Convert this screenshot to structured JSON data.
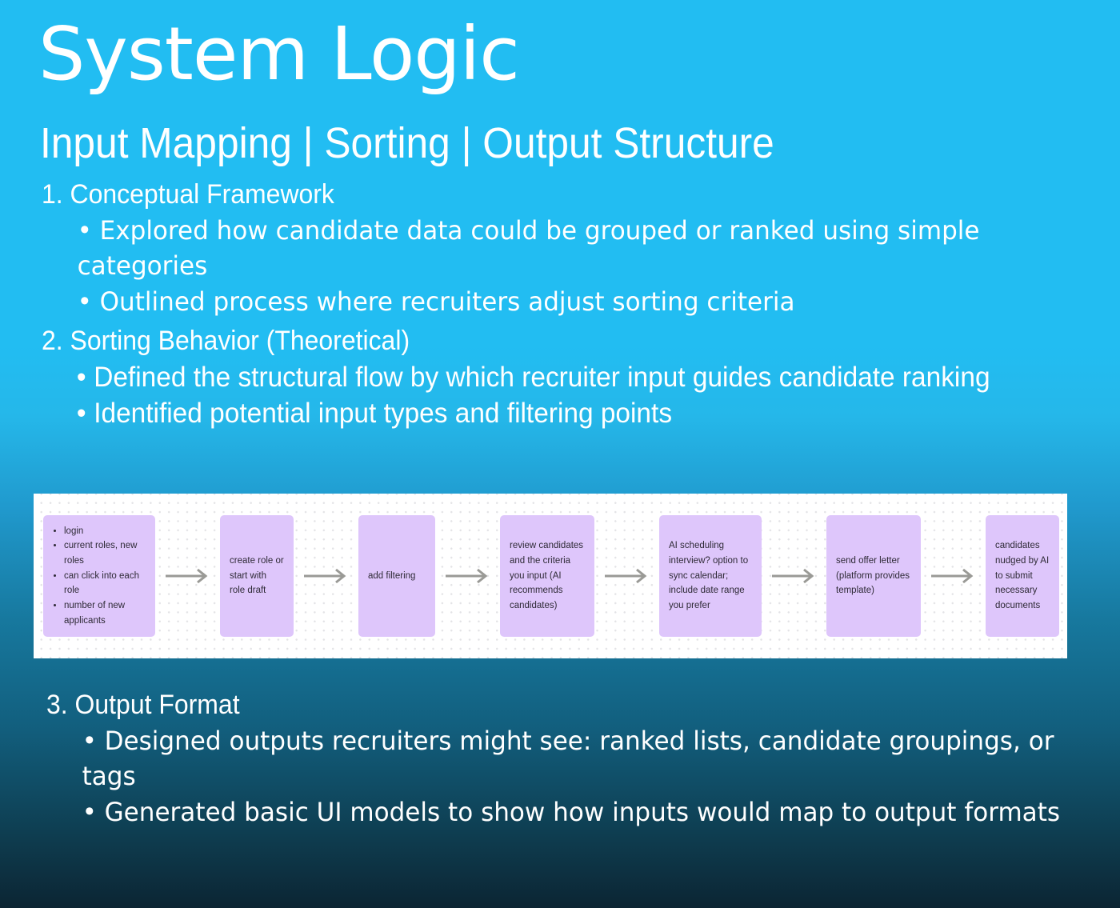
{
  "slide": {
    "title": "System Logic",
    "subtitle": "Input Mapping | Sorting | Output Structure",
    "bullet_glyph": "•",
    "colors": {
      "top_background": "#22bdf2",
      "bottom_background": "#0c2533",
      "text": "#ffffff",
      "node_fill": "#dec6fb",
      "node_text": "#2e2a36",
      "arrow": "#9a9a96",
      "panel_background": "#ffffff",
      "grid_dot": "#e3e3e6"
    }
  },
  "sections": [
    {
      "number": "1.",
      "heading": "1. Conceptual Framework",
      "bullets": [
        "Explored how   candidate data could be grouped or ranked using simple categories",
        "Outlined process where recruiters adjust sorting criteria"
      ]
    },
    {
      "number": "2.",
      "heading": "2. Sorting Behavior (Theoretical)",
      "bullets": [
        "Defined the structural flow by which recruiter input guides candidate ranking",
        "Identified potential input types and filtering points"
      ]
    },
    {
      "number": "3.",
      "heading": "3. Output Format",
      "bullets": [
        "Designed outputs recruiters might see: ranked lists, candidate groupings, or tags",
        "Generated basic UI models to show how inputs would map to output formats"
      ]
    }
  ],
  "flowchart": {
    "nodes": [
      {
        "id": "login-node",
        "type": "list",
        "items": [
          "login",
          "current roles, new roles",
          "can click into each role",
          "number of new applicants"
        ]
      },
      {
        "id": "create-role-node",
        "type": "text",
        "text": "create role or start with role draft"
      },
      {
        "id": "add-filtering-node",
        "type": "text",
        "text": "add filtering"
      },
      {
        "id": "review-candidates-node",
        "type": "text",
        "text": "review candidates  and the criteria you input (AI recommends candidates)"
      },
      {
        "id": "ai-scheduling-node",
        "type": "text",
        "text": "AI scheduling interview? option to sync calendar; include date range you prefer"
      },
      {
        "id": "send-offer-node",
        "type": "text",
        "text": "send offer letter (platform provides template)"
      },
      {
        "id": "nudge-documents-node",
        "type": "text",
        "text": "candidates nudged by AI to submit necessary documents"
      }
    ],
    "arrow_count": 6
  }
}
